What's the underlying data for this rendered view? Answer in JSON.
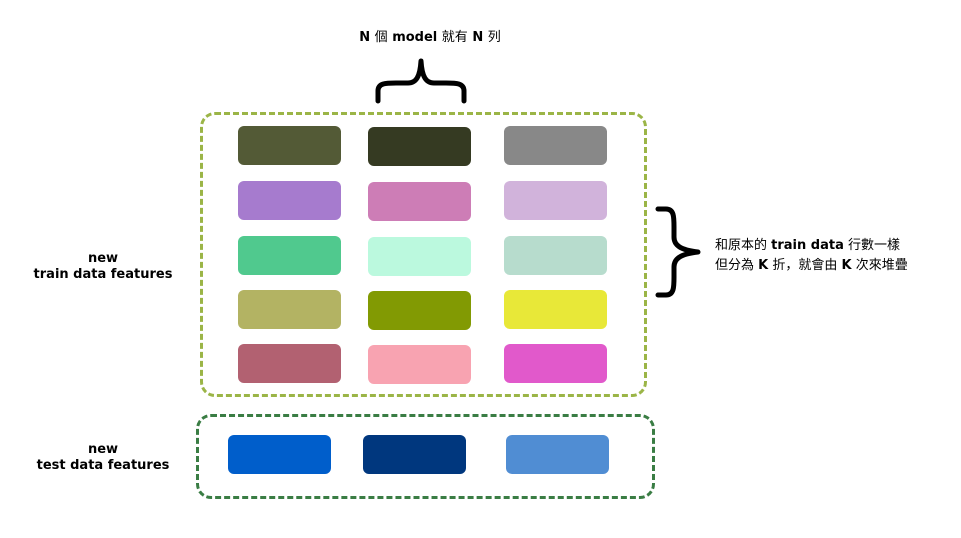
{
  "top_label": {
    "p1": "N",
    "p2": "個",
    "p3": "model",
    "p4": "就有",
    "p5": "N",
    "p6": "列"
  },
  "left_labels": {
    "train_line1": "new",
    "train_line2": "train data features",
    "test_line1": "new",
    "test_line2": "test data features"
  },
  "right_label": {
    "l1a": "和原本的",
    "l1b": "train data",
    "l1c": "行數一樣",
    "l2a": "但分為",
    "l2b": "K",
    "l2c": "折，就會由",
    "l2d": "K",
    "l2e": "次來堆疊"
  },
  "colors": {
    "train_border": "#9BB547",
    "test_border": "#3A7D44",
    "train_grid": [
      [
        "#535A36",
        "#353A22",
        "#888888"
      ],
      [
        "#A67BCE",
        "#CD7DB6",
        "#D1B3DB"
      ],
      [
        "#50C98E",
        "#BBF9DE",
        "#B7DCCD"
      ],
      [
        "#B3B363",
        "#829A03",
        "#E8E838"
      ],
      [
        "#B26171",
        "#F8A3B1",
        "#E159CB"
      ]
    ],
    "test_row": [
      "#005ECB",
      "#00377E",
      "#508DD3"
    ]
  }
}
